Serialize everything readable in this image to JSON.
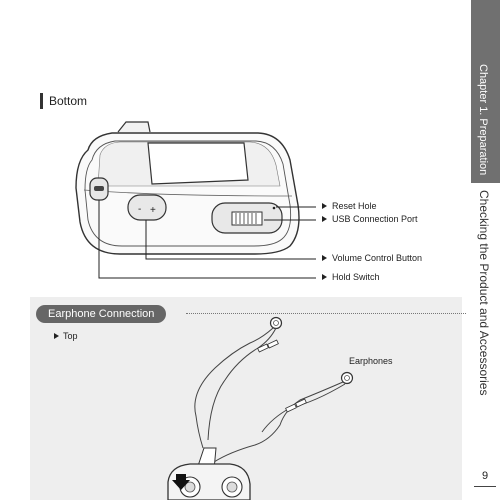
{
  "sidebar": {
    "chapter": "Chapter 1. Preparation",
    "section": "Checking the Product and Accessories"
  },
  "page": {
    "number": "9"
  },
  "bottom_section": {
    "heading": "Bottom",
    "callouts": {
      "reset_hole": "Reset Hole",
      "usb_port": "USB Connection Port",
      "volume_button": "Volume Control Button",
      "hold_switch": "Hold Switch"
    },
    "device_marks": {
      "minus": "-",
      "plus": "+"
    }
  },
  "earphone_section": {
    "title": "Earphone Connection",
    "top_label": "Top",
    "earphones_label": "Earphones"
  },
  "colors": {
    "sidebar_dark": "#707070",
    "panel_bg": "#eeeeee",
    "pill_bg": "#666666"
  }
}
